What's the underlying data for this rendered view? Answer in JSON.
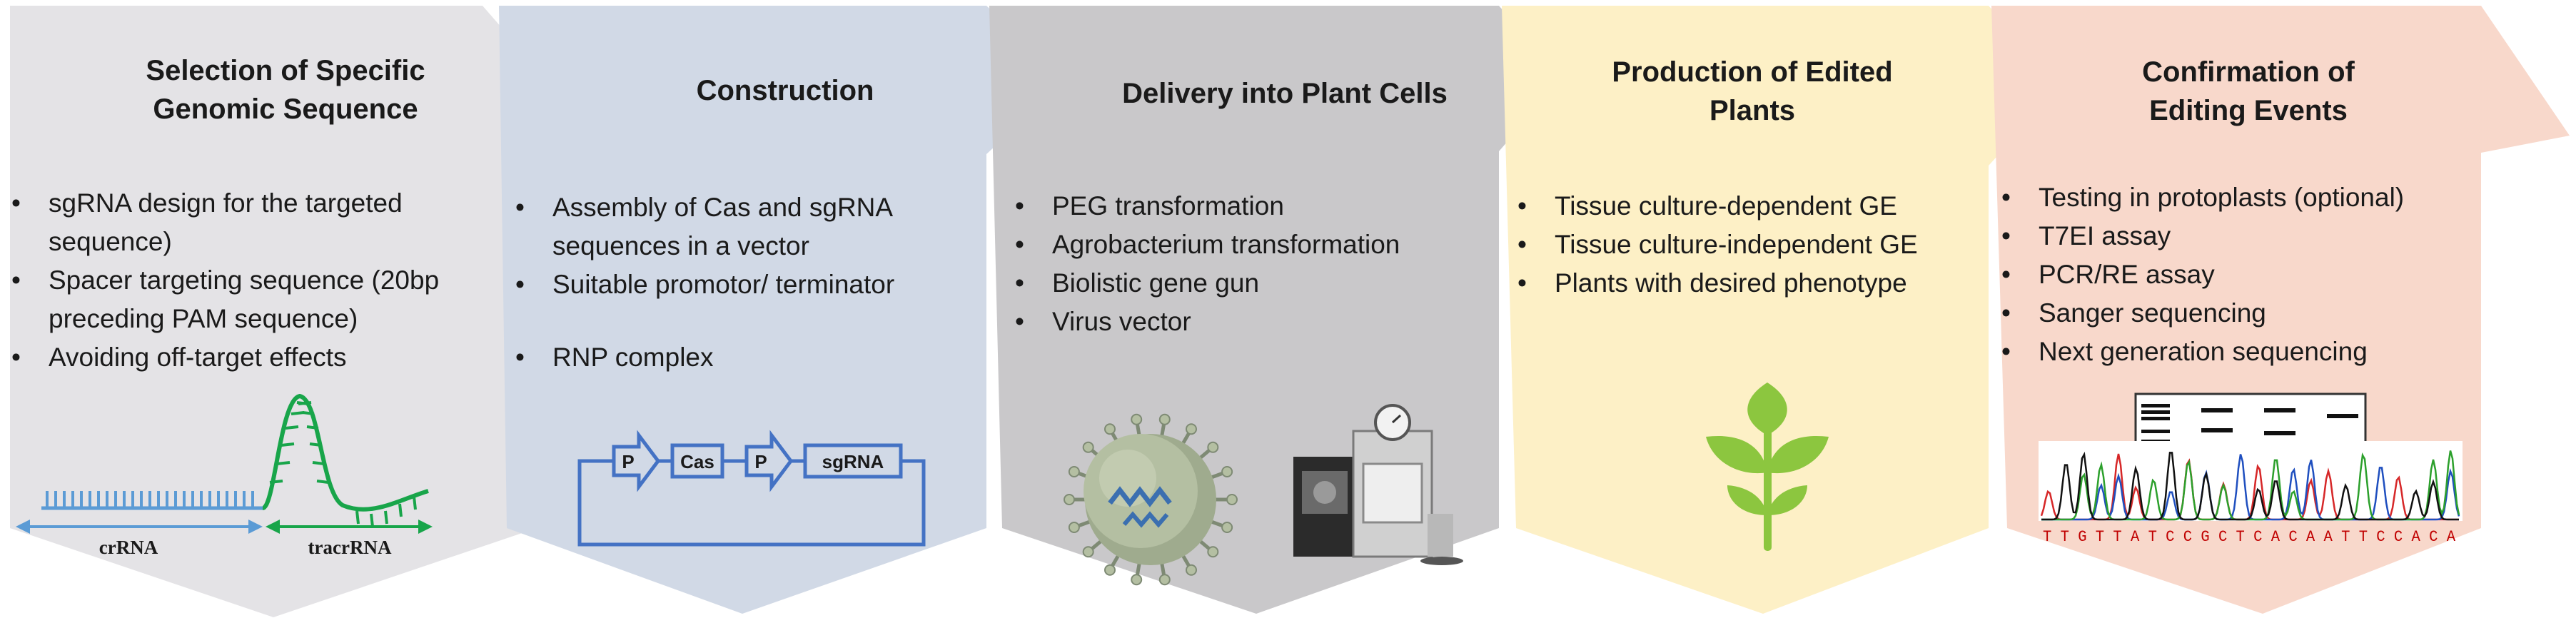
{
  "colors": {
    "panel1": "#e4e3e6",
    "panel2": "#d1d9e6",
    "panel3": "#c9c8ca",
    "panel4": "#fdf0c6",
    "panel5": "#f8d8cb",
    "crrna_blue": "#5b9bd5",
    "tracrrna_green": "#18a54a",
    "vector_blue": "#4472c4",
    "plant_green": "#8cc63f"
  },
  "panels": [
    {
      "title": "Selection of Specific Genomic Sequence",
      "bullets": [
        "sgRNA design for the targeted sequence)",
        "Spacer targeting sequence (20bp preceding PAM sequence)",
        "Avoiding off-target effects"
      ],
      "figure": {
        "crrna_label": "crRNA",
        "tracrrna_label": "tracrRNA"
      }
    },
    {
      "title": "Construction",
      "bullets": [
        "Assembly of Cas and sgRNA sequences in a vector",
        "Suitable promotor/ terminator",
        "RNP complex"
      ],
      "figure": {
        "promoter_label": "P",
        "cas_label": "Cas",
        "sgrna_label": "sgRNA"
      }
    },
    {
      "title": "Delivery into Plant Cells",
      "bullets": [
        "PEG transformation",
        "Agrobacterium  transformation",
        "Biolistic gene gun",
        "Virus vector"
      ]
    },
    {
      "title": "Production of Edited Plants",
      "bullets": [
        "Tissue culture-dependent GE",
        "Tissue culture-independent GE",
        "Plants with desired phenotype"
      ]
    },
    {
      "title": "Confirmation of Editing Events",
      "bullets": [
        "Testing in protoplasts (optional)",
        "T7EI assay",
        "PCR/RE assay",
        "Sanger sequencing",
        "Next generation sequencing"
      ],
      "figure": {
        "sequence": "T T G T T A T C C G C T C A C A A T T C C A C A"
      }
    }
  ]
}
